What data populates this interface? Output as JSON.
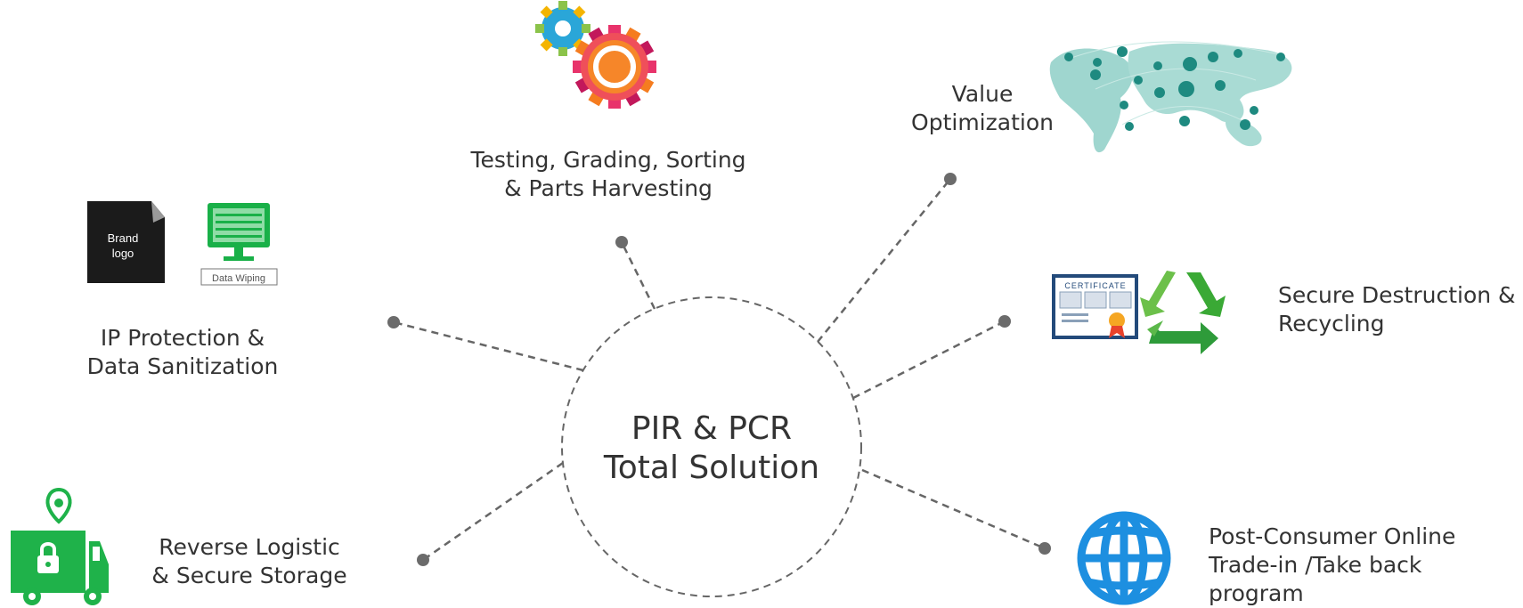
{
  "center": {
    "line1": "PIR & PCR",
    "line2": "Total Solution"
  },
  "nodes": {
    "testing": {
      "line1": "Testing, Grading, Sorting",
      "line2": "& Parts Harvesting"
    },
    "value": {
      "line1": "Value",
      "line2": "Optimization"
    },
    "ip": {
      "line1": "IP Protection &",
      "line2": "Data Sanitization"
    },
    "secure": {
      "line1": "Secure Destruction &",
      "line2": "Recycling"
    },
    "reverse": {
      "line1": "Reverse Logistic",
      "line2": "& Secure Storage"
    },
    "post": {
      "line1": "Post-Consumer Online",
      "line2": "Trade-in /Take back",
      "line3": "program"
    }
  },
  "icons": {
    "brand_logo": {
      "line1": "Brand",
      "line2": "logo"
    },
    "data_wiping": "Data Wiping",
    "certificate": "CERTIFICATE"
  },
  "colors": {
    "connector": "#666666",
    "green": "#1fb24a",
    "globe_blue": "#1d8fe0",
    "map_teal": "#9fd6cf"
  }
}
